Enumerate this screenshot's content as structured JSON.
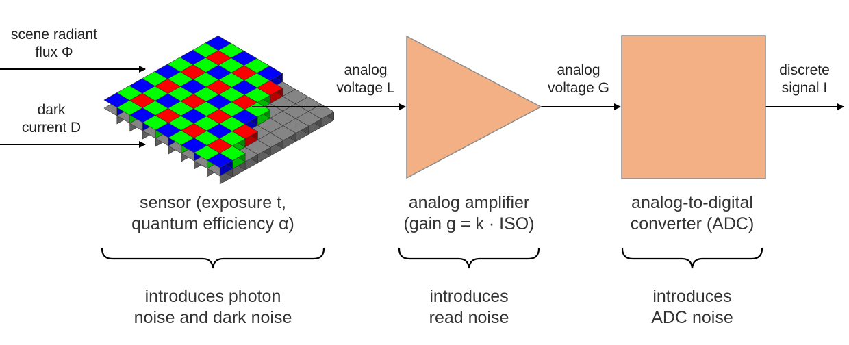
{
  "inputs": {
    "scene": [
      "scene radiant",
      "flux Φ"
    ],
    "dark": [
      "dark",
      "current D"
    ]
  },
  "wires": {
    "sensor_out": [
      "analog",
      "voltage L"
    ],
    "amp_out": [
      "analog",
      "voltage G"
    ],
    "adc_out": [
      "discrete",
      "signal I"
    ]
  },
  "stages": [
    {
      "title": [
        "sensor (exposure t,",
        "quantum efficiency α)"
      ],
      "noise": [
        "introduces photon",
        "noise and dark noise"
      ]
    },
    {
      "title": [
        "analog amplifier",
        "(gain g = k · ISO)"
      ],
      "noise": [
        "introduces",
        "read noise"
      ]
    },
    {
      "title": [
        "analog-to-digital",
        "converter (ADC)"
      ],
      "noise": [
        "introduces",
        "ADC noise"
      ]
    }
  ],
  "colors": {
    "block_fill": "#f3b085",
    "block_stroke": "#8c8c8c",
    "pixel_red": "#ff0000",
    "pixel_green": "#00ff00",
    "pixel_blue": "#0000ff",
    "pixel_gray": "#7f7f7f",
    "line": "#000000"
  },
  "icons": {
    "sensor": "bayer-sensor-icon",
    "amplifier": "amplifier-triangle",
    "adc": "adc-box"
  }
}
